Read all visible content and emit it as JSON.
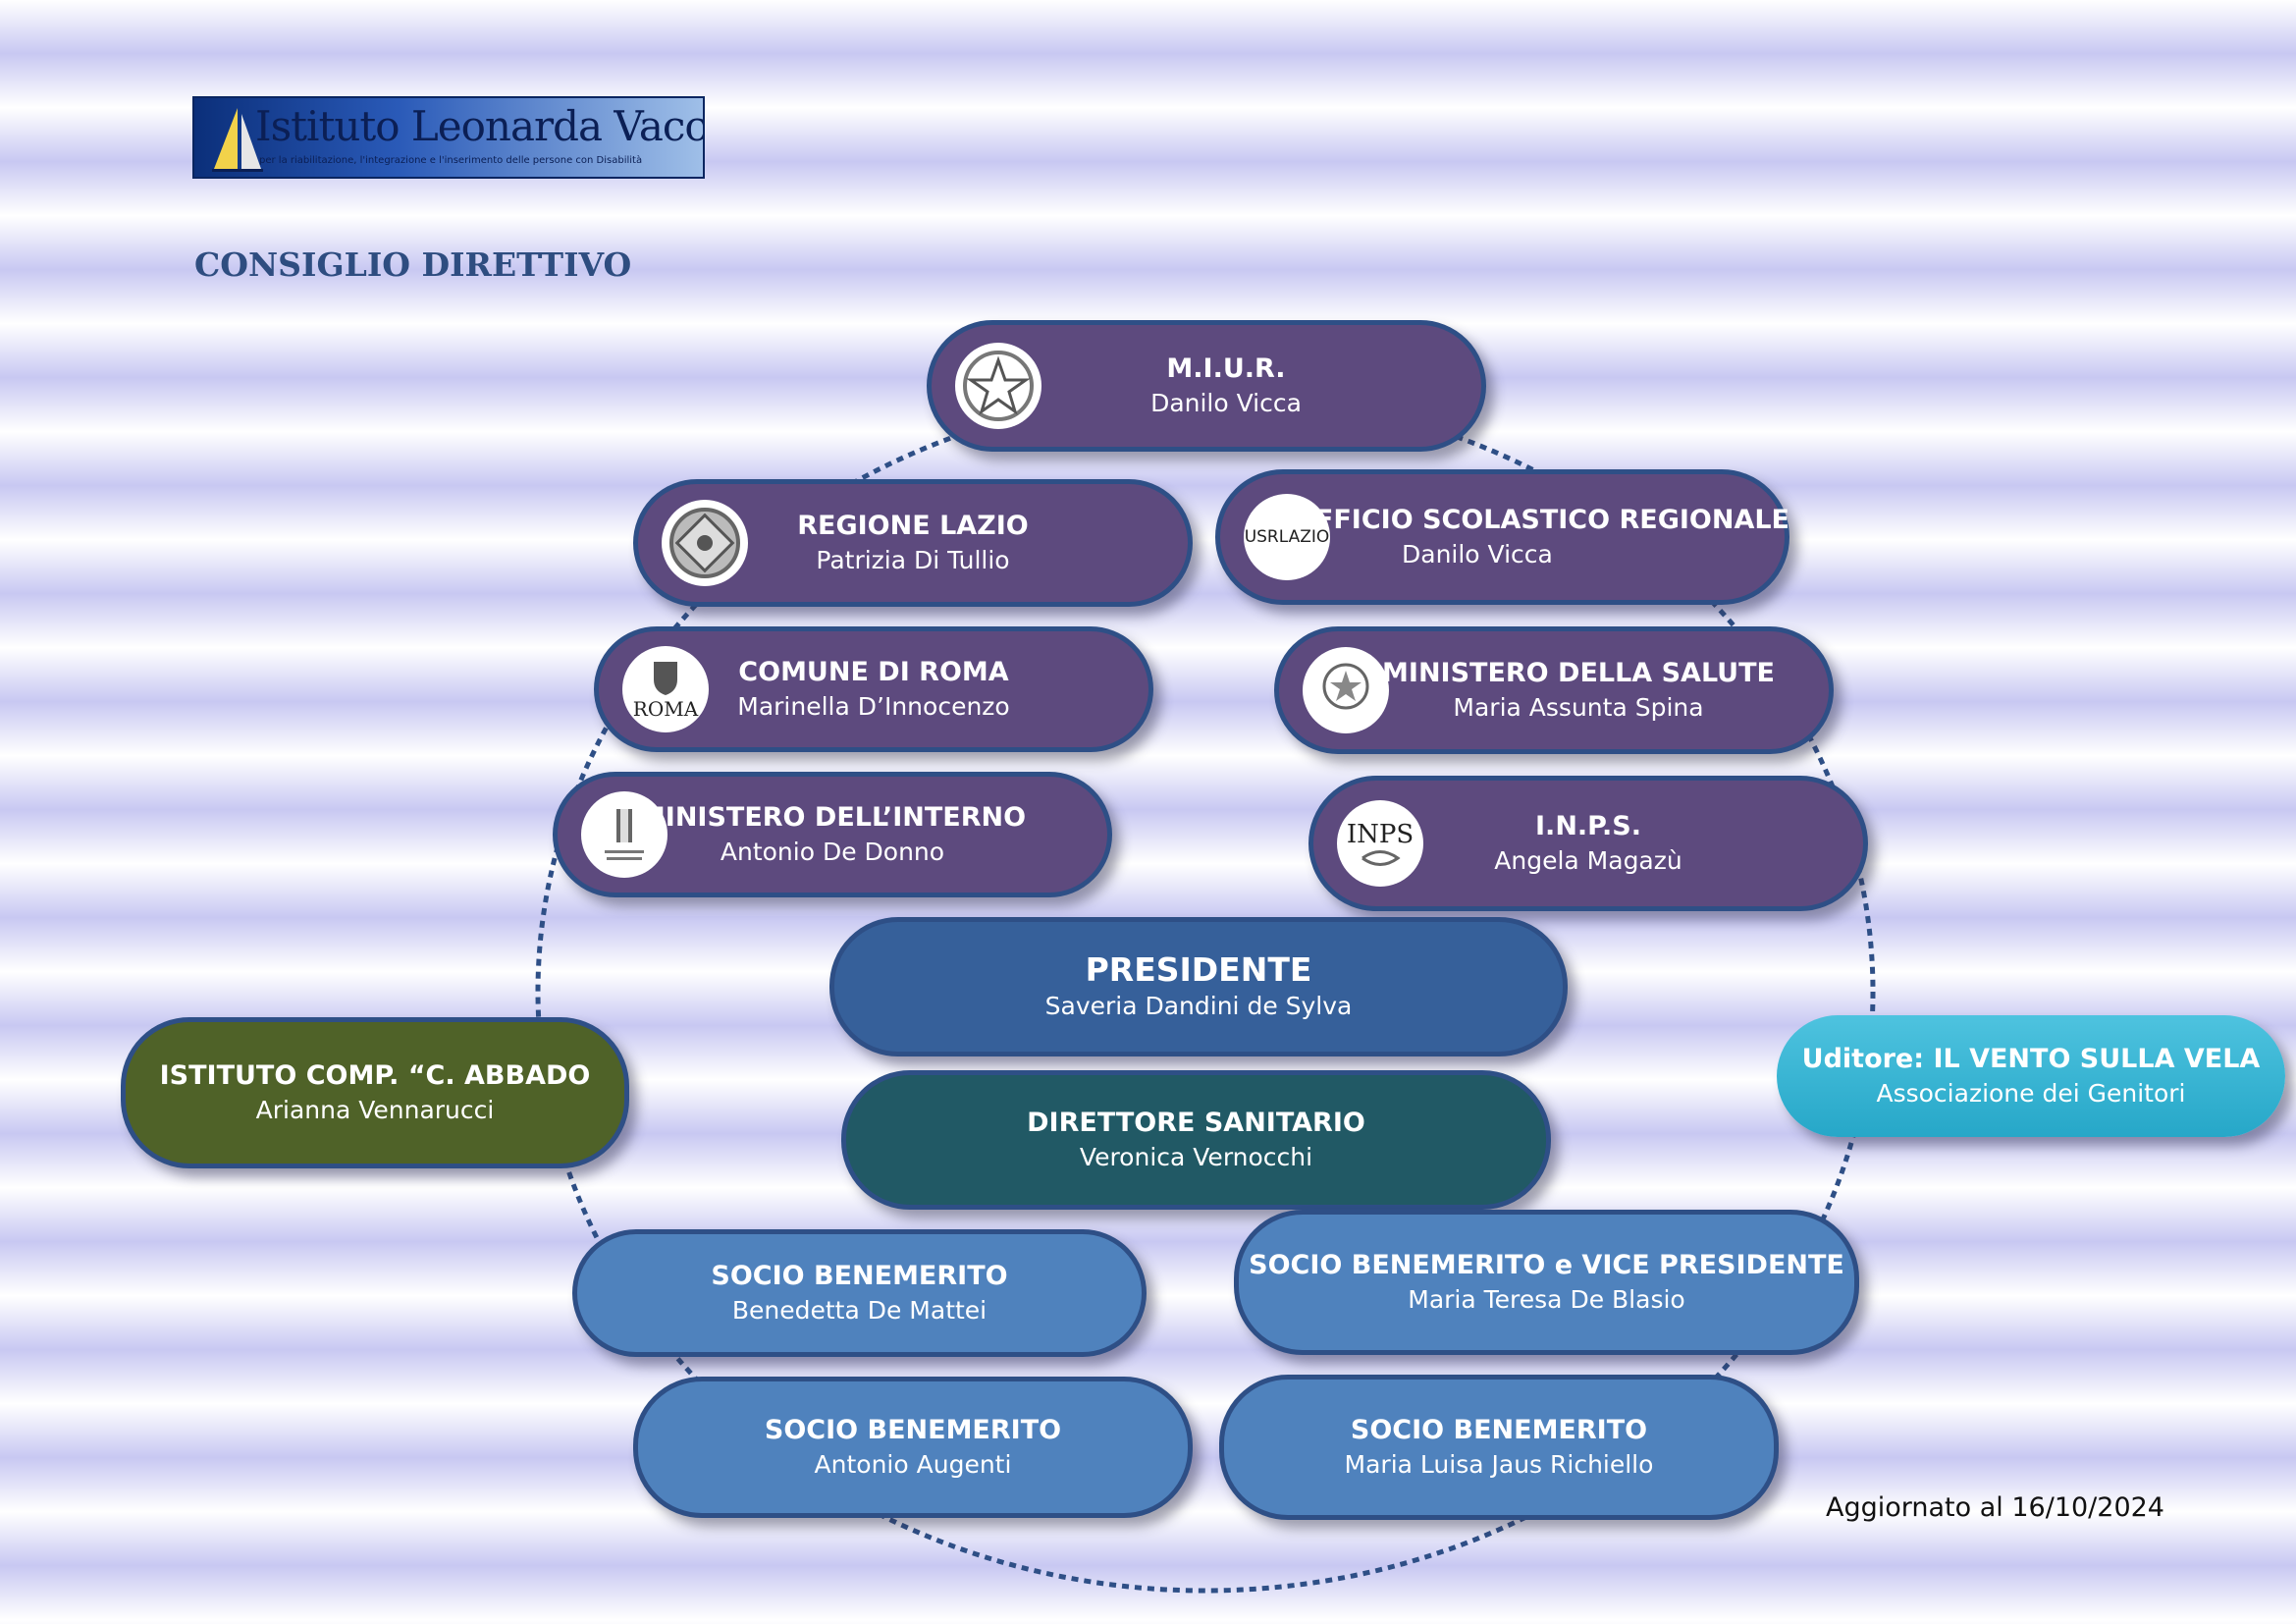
{
  "logo": {
    "name": "Istituto Leonarda Vaccari",
    "tagline": "per la riabilitazione, l'integrazione e l'inserimento delle persone con Disabilità"
  },
  "title": "CONSIGLIO DIRETTIVO",
  "members": {
    "miur": {
      "title": "M.I.U.R.",
      "name": "Danilo Vicca"
    },
    "regione_lazio": {
      "title": "REGIONE LAZIO",
      "name": "Patrizia Di Tullio"
    },
    "ufficio_scolastico": {
      "title": "UFFICIO SCOLASTICO REGIONALE",
      "name": "Danilo Vicca",
      "logo_text": "USRLAZIO"
    },
    "comune_roma": {
      "title": "COMUNE DI ROMA",
      "name": "Marinella D’Innocenzo",
      "logo_text": "ROMA"
    },
    "ministero_salute": {
      "title": "MINISTERO DELLA SALUTE",
      "name": "Maria Assunta Spina"
    },
    "ministero_interno": {
      "title": "MINISTERO DELL’INTERNO",
      "name": "Antonio De Donno"
    },
    "inps": {
      "title": "I.N.P.S.",
      "name": "Angela Magazù",
      "logo_text": "INPS"
    },
    "presidente": {
      "title": "PRESIDENTE",
      "name": "Saveria Dandini de Sylva"
    },
    "direttore": {
      "title": "DIRETTORE SANITARIO",
      "name": "Veronica Vernocchi"
    },
    "istituto_abbado": {
      "title": "ISTITUTO COMP. “C. ABBADO",
      "name": "Arianna Vennarucci"
    },
    "uditore": {
      "title": "Uditore: IL VENTO SULLA VELA",
      "name": "Associazione dei Genitori"
    },
    "socio_1": {
      "title": "SOCIO BENEMERITO",
      "name": "Benedetta De Mattei"
    },
    "socio_vice": {
      "title": "SOCIO BENEMERITO e VICE PRESIDENTE",
      "name": "Maria Teresa De Blasio"
    },
    "socio_2": {
      "title": "SOCIO BENEMERITO",
      "name": "Antonio Augenti"
    },
    "socio_3": {
      "title": "SOCIO BENEMERITO",
      "name": "Maria Luisa Jaus Richiello"
    }
  },
  "updated": "Aggiornato al 16/10/2024",
  "colors": {
    "institution": "#5d4a7e",
    "president": "#36609a",
    "director": "#215965",
    "school": "#4f6228",
    "member": "#4f82bd",
    "observer": "#2fb0d0",
    "ring": "#2e4f86"
  }
}
